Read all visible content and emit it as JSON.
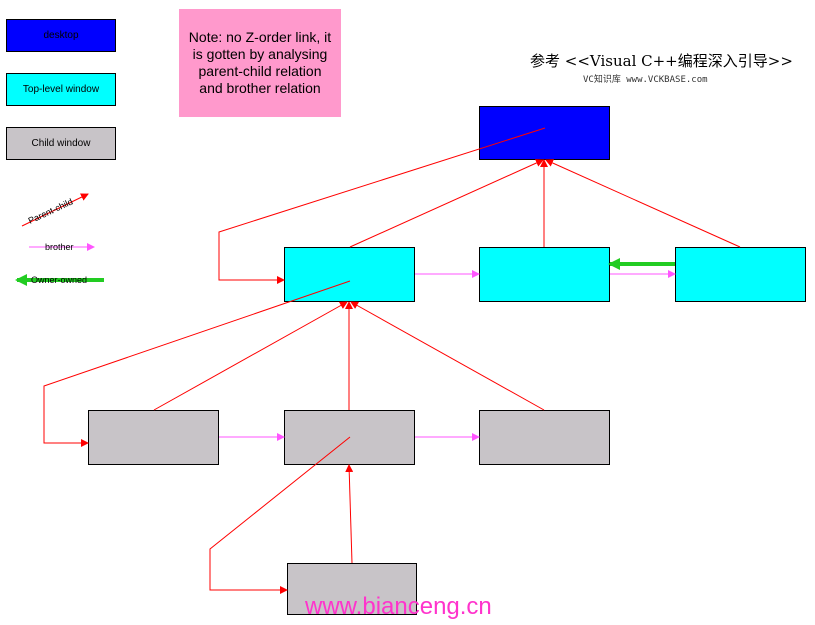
{
  "legend": {
    "desktop_label": "desktop",
    "toplevel_label": "Top-level window",
    "child_label": "Child window",
    "parent_child_label": "Parent-child",
    "brother_label": "brother",
    "owner_owned_label": "Owner-owned"
  },
  "note": "Note: no Z-order link, it is gotten by analysing parent-child relation and brother relation",
  "reference": {
    "title": "参考 <<Visual C++编程深入引导>>",
    "subtitle": "VC知识库 www.VCKBASE.com"
  },
  "watermark": "www.bianceng.cn",
  "colors": {
    "desktop": "#0000ff",
    "toplevel": "#00ffff",
    "child": "#c8c4c8",
    "parent_child_arrow": "#ff0000",
    "brother_arrow": "#ff55ff",
    "owner_arrow": "#22cc22"
  }
}
